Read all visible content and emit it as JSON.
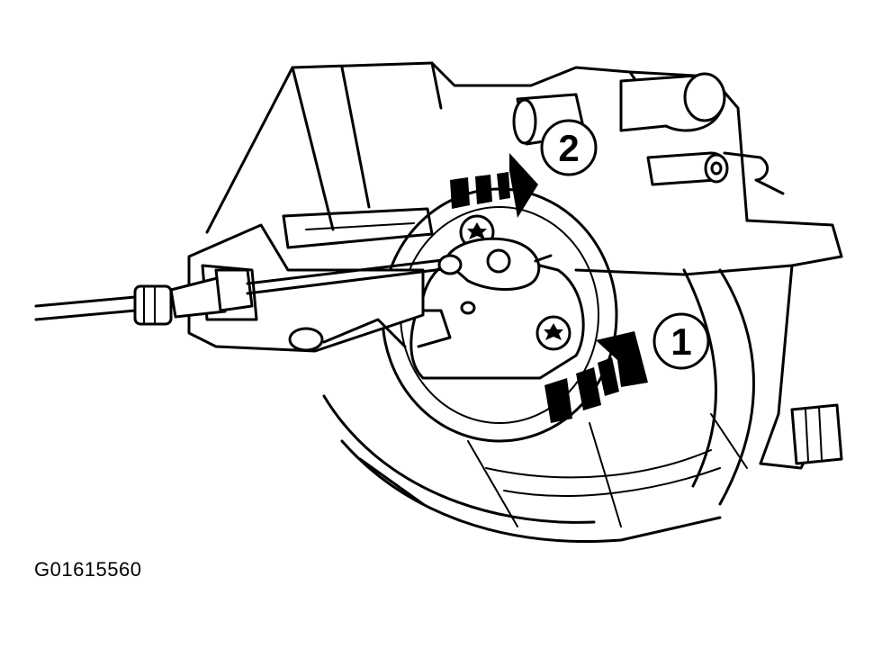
{
  "figure": {
    "id_label": "G01615560"
  },
  "callouts": [
    {
      "number": "1",
      "meaning": ""
    },
    {
      "number": "2",
      "meaning": ""
    }
  ],
  "icons": [
    "arrow-icon",
    "torx-bolt-icon",
    "cable-icon"
  ],
  "colors": {
    "line": "#000000",
    "background": "#ffffff"
  }
}
